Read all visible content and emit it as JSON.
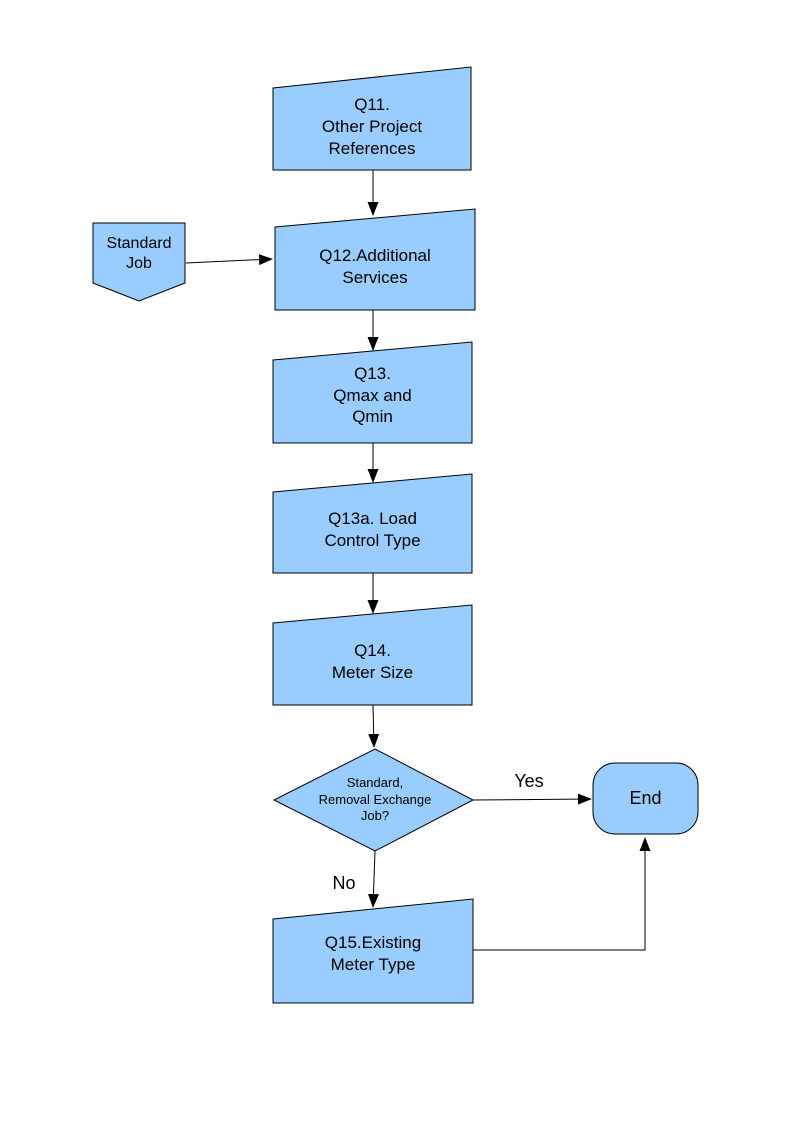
{
  "colors": {
    "node_fill": "#99CCFF",
    "node_border": "#000000",
    "text": "#000000",
    "background": "#FFFFFF"
  },
  "nodes": {
    "q11": {
      "label": "Q11.\nOther Project\nReferences",
      "shape": "manual-input"
    },
    "standard_job": {
      "label": "Standard\nJob",
      "shape": "off-page-connector"
    },
    "q12": {
      "label": "Q12.Additional\nServices",
      "shape": "manual-input"
    },
    "q13": {
      "label": "Q13.\nQmax and\nQmin",
      "shape": "manual-input"
    },
    "q13a": {
      "label": "Q13a. Load\nControl Type",
      "shape": "manual-input"
    },
    "q14": {
      "label": "Q14.\nMeter Size",
      "shape": "manual-input"
    },
    "decision": {
      "label": "Standard,\nRemoval Exchange\nJob?",
      "shape": "decision"
    },
    "end": {
      "label": "End",
      "shape": "terminator"
    },
    "q15": {
      "label": "Q15.Existing\nMeter Type",
      "shape": "manual-input"
    }
  },
  "edge_labels": {
    "yes": "Yes",
    "no": "No"
  }
}
